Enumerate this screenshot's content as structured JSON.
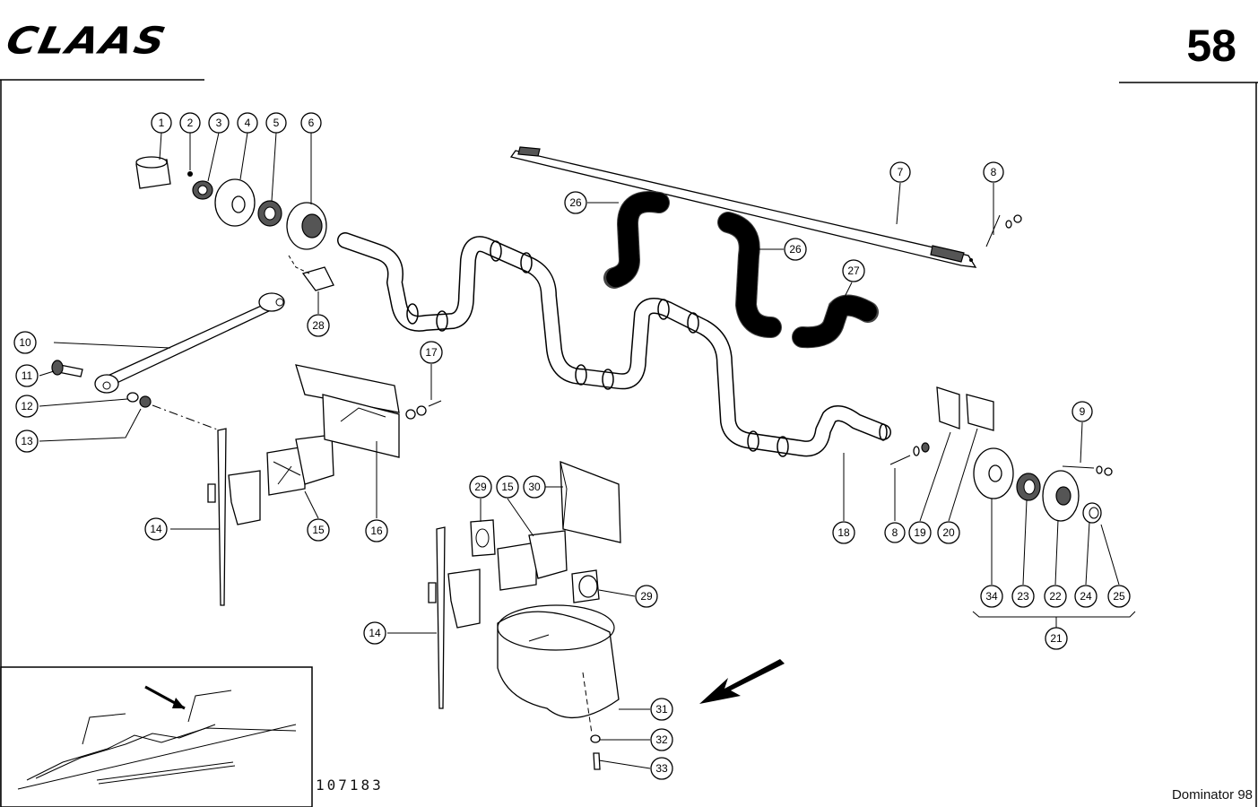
{
  "header": {
    "brand": "CLAAS",
    "page_number": "58"
  },
  "footer": {
    "drawing_number": "107183",
    "model": "Dominator 98"
  },
  "callouts": [
    "1",
    "2",
    "3",
    "4",
    "5",
    "6",
    "7",
    "8",
    "9",
    "10",
    "11",
    "12",
    "13",
    "14",
    "15",
    "16",
    "17",
    "18",
    "19",
    "20",
    "21",
    "22",
    "23",
    "24",
    "25",
    "26",
    "27",
    "28",
    "29",
    "30",
    "31",
    "32",
    "33",
    "34"
  ]
}
